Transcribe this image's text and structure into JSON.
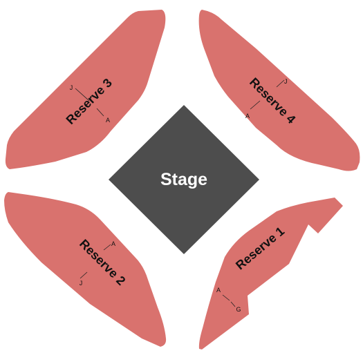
{
  "colors": {
    "section": "#d9726e",
    "stage": "#4d4d4d",
    "background": "#ffffff"
  },
  "stage": {
    "label": "Stage"
  },
  "sections": {
    "reserve_1": {
      "label": "Reserve 1",
      "rows": [
        "A",
        "G"
      ]
    },
    "reserve_2": {
      "label": "Reserve 2",
      "rows": [
        "A",
        "J"
      ]
    },
    "reserve_3": {
      "label": "Reserve 3",
      "rows": [
        "J",
        "A"
      ]
    },
    "reserve_4": {
      "label": "Reserve 4",
      "rows": [
        "J",
        "A"
      ]
    }
  }
}
